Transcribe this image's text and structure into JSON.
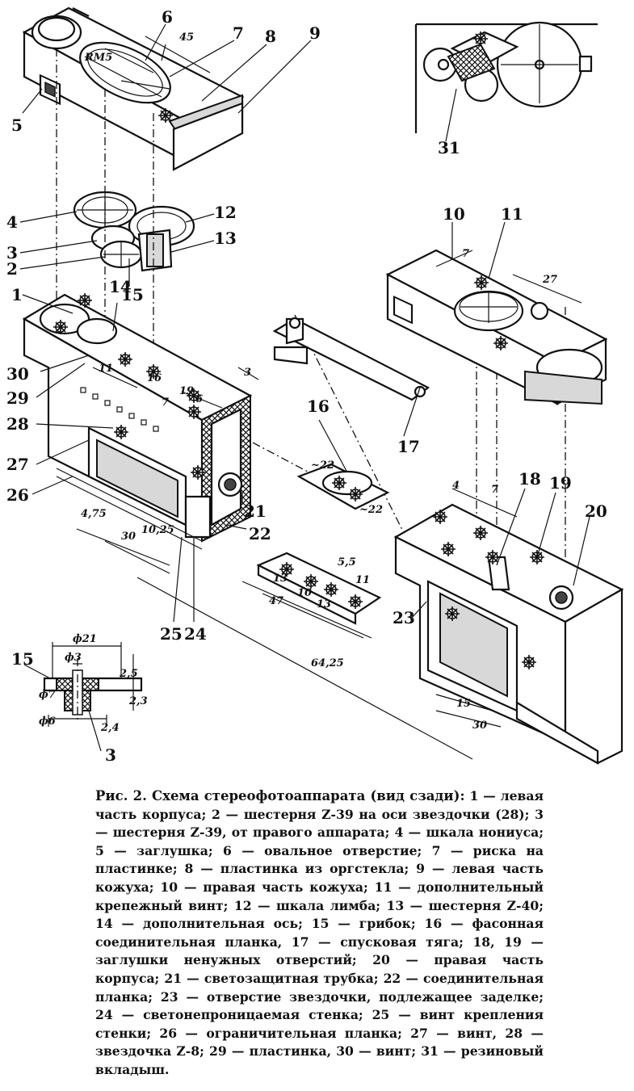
{
  "figure": {
    "caption_title": "Рис. 2. Схема стереофотоаппарата (вид сзади):",
    "caption_body": "1 — левая часть корпуса; 2 — шестерня Z-39 на оси звездочки (28); 3 — шестерня Z-39, от правого аппарата; 4 — шкала нониуса; 5 — заглушка; 6 — овальное отверстие; 7 — риска на пластинке; 8 — пластинка из оргстекла; 9 — левая часть кожуха; 10 — правая часть кожуха; 11 — дополнительный крепежный винт; 12 — шкала лимба; 13 — шестерня Z-40; 14 — дополнительная ось; 15 — грибок; 16 — фасонная соединительная планка, 17 — спусковая тяга; 18, 19 — заглушки ненужных отверстий; 20 — правая часть корпуса; 21 — светозащитная трубка; 22 — соединительная планка; 23 — отверстие звездочки, подлежащее заделке; 24 — светонепроницаемая стенка; 25 — винт крепления стенки; 26 — ограничительная планка; 27 — винт, 28 — звездочка Z-8; 29 — пластинка, 30 — винт; 31 — резиновый вкладыш."
  },
  "labels": {
    "l1": "1",
    "l2": "2",
    "l3": "3",
    "l3b": "3",
    "l4": "4",
    "l5": "5",
    "l6": "6",
    "l7": "7",
    "l8": "8",
    "l9": "9",
    "l10": "10",
    "l11": "11",
    "l12": "12",
    "l13": "13",
    "l14": "14",
    "l15": "15",
    "l15b": "15",
    "l16": "16",
    "l17": "17",
    "l18": "18",
    "l19": "19",
    "l20": "20",
    "l21": "21",
    "l22": "22",
    "l23": "23",
    "l24": "24",
    "l25": "25",
    "l26": "26",
    "l27": "27",
    "l28": "28",
    "l29": "29",
    "l30": "30",
    "l31": "31"
  },
  "dimensions": {
    "d45": "45",
    "rm5": "RM5",
    "d7a": "7",
    "d27": "27",
    "d11": "11",
    "d16": "16",
    "d3": "3",
    "d19": "19",
    "d6a": "6",
    "d7b": "7",
    "d475": "4,75",
    "d30": "30",
    "d1025": "10,25",
    "d22a": "~22",
    "d22b": "~22",
    "d55": "5,5",
    "d13a": "13",
    "d10": "10",
    "d13b": "13",
    "d11b": "11",
    "d47": "47",
    "d6425": "64,25",
    "d4": "4",
    "d7c": "7",
    "d15": "15",
    "d30b": "30",
    "dphi21": "ф21",
    "dphi3": "ф3",
    "dphi7": "ф7",
    "dphi6": "ф6",
    "d25": "2,5",
    "d23": "2,3",
    "d24": "2,4"
  }
}
